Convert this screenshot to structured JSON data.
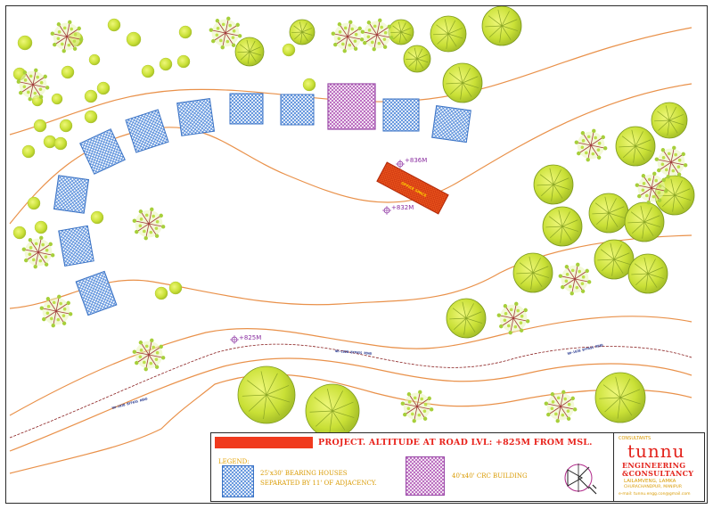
{
  "elevation_labels": [
    "+836M",
    "+832M",
    "+825M"
  ],
  "road_labels": [
    "NH-102B BYPASS ROAD",
    "NH-102B BYPASS ROAD",
    "NH-102B BYPASS ROAD"
  ],
  "office_label": "OFFICE SPACE",
  "title_block": {
    "project_title": "PROJECT. ALTITUDE AT ROAD LVL: +825M FROM MSL.",
    "legend_heading": "LEGEND:",
    "legend_houses_line1": "25'x30' BEARING HOUSES",
    "legend_houses_line2": "SEPARATED BY 11' OF ADJACENCY.",
    "legend_crc": "40'x40' CRC BUILDING",
    "consultants_label": "CONSULTANTS",
    "firm_name": "tunnu",
    "firm_line1": "ENGINEERING",
    "firm_line2": "&CONSULTANCY",
    "address_1": "LAILAMVENG, LAMKA",
    "address_2": "CHURACHANDPUR, MANIPUR",
    "email": "e-mail: tunnu.engg.con@gmail.com"
  },
  "colors": {
    "road": "#e9914a",
    "house_outline": "#3a72c4",
    "house_hatch": "#4a85d8",
    "crc_outline": "#9a4aa8",
    "crc_hatch": "#b25ab8",
    "office_fill": "#e85218",
    "round_tree": "#cfe53c",
    "shrub_branch": "#a13a3a",
    "title_red": "#e3231c",
    "legend_gold": "#d99a00"
  },
  "icons": [
    "round-tree-icon",
    "branch-shrub-icon",
    "north-arrow-icon",
    "elevation-marker-icon"
  ]
}
